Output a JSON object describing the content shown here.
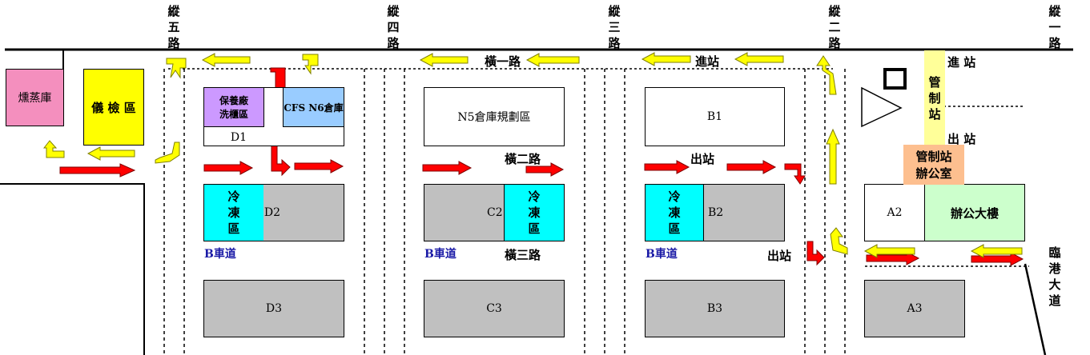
{
  "roads": {
    "z5": "縱五路",
    "z4": "縱四路",
    "z3": "縱三路",
    "z2": "縱二路",
    "z1": "縱一路",
    "h1": "橫一路",
    "h2": "橫二路",
    "h3": "橫三路",
    "harbor": "臨港大道"
  },
  "buildings": {
    "fumigation": "燻蒸庫",
    "inspection": "儀 檢 區",
    "maintenance_1": "保養廠",
    "maintenance_2": "洗櫃區",
    "cfs": "CFS N6倉庫",
    "d1": "D1",
    "n5": "N5倉庫規劃區",
    "b1": "B1",
    "d2": "D2",
    "c2": "C2",
    "b2": "B2",
    "cold": "冷凍區",
    "d3": "D3",
    "c3": "C3",
    "b3": "B3",
    "a2": "A2",
    "office": "辦公大樓",
    "a3": "A3",
    "control_station": "管制站",
    "control_office_1": "管制站",
    "control_office_2": "辦公室"
  },
  "labels": {
    "enter_station": "進站",
    "enter_station_right": "進 站",
    "exit_station": "出站",
    "exit_station_right": "出 站",
    "b_lane": "B車道"
  },
  "colors": {
    "fumigation": "#f48fbe",
    "inspection": "#ffff00",
    "maintenance": "#cc99ff",
    "cfs": "#99ccff",
    "cold": "#00ffff",
    "warehouse_gray": "#c0c0c0",
    "office": "#ccffcc",
    "control_station": "#ffff99",
    "control_office": "#fdbf8f",
    "arrow_red": "#ff0000",
    "arrow_yellow": "#ffff00"
  }
}
